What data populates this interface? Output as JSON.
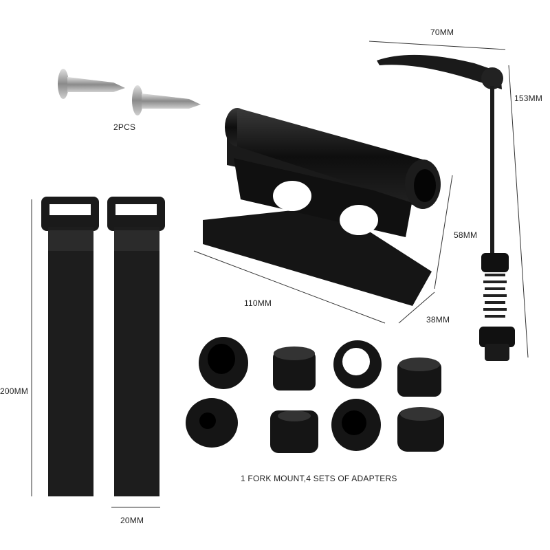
{
  "labels": {
    "screws_qty": "2PCS",
    "lever_width": "70MM",
    "lever_length": "153MM",
    "mount_height": "58MM",
    "mount_length": "110MM",
    "mount_width": "38MM",
    "strap_length": "200MM",
    "strap_width": "20MM",
    "contents": "1 FORK MOUNT,4 SETS OF ADAPTERS"
  },
  "colors": {
    "product": "#141414",
    "screw": "#a9a9a9",
    "line": "#333333"
  }
}
